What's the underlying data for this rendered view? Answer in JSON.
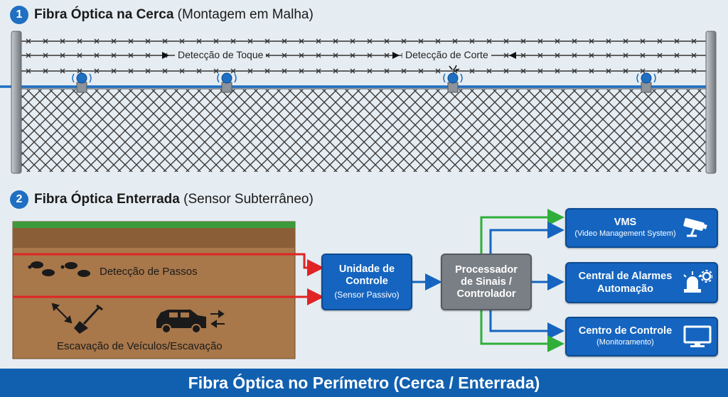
{
  "section1": {
    "number": "1",
    "title_bold": "Fibra Óptica na Cerca",
    "title_rest": " (Montagem em Malha)"
  },
  "fence": {
    "touch_label": "Detecção de Toque",
    "cut_label": "Detecção de Corte",
    "sensor_count": 4,
    "colors": {
      "fiber": "#1f6fc2",
      "post": "#9aa0a6",
      "mesh": "#3a3a3a"
    }
  },
  "section2": {
    "number": "2",
    "title_bold": "Fibra Óptica Enterrada",
    "title_rest": " (Sensor Subterrâneo)"
  },
  "ground": {
    "steps_label": "Detecção de Passos",
    "dig_label": "Escavação de Veículos/Escavação",
    "colors": {
      "grass": "#3d9a3a",
      "soil": "#a8774a",
      "cable": "#e02424"
    }
  },
  "control_unit": {
    "title_line1": "Unidade de",
    "title_line2": "Controle",
    "subtitle": "(Sensor Passivo)"
  },
  "processor": {
    "line1": "Processador",
    "line2": "de Sinais /",
    "line3": "Controlador"
  },
  "outputs": [
    {
      "title": "VMS",
      "subtitle": "(Video Management System)",
      "icon": "cctv-camera-icon"
    },
    {
      "title_line1": "Central de Alarmes",
      "title_line2": "Automação",
      "icon": "alarm-siren-icon"
    },
    {
      "title": "Centro de Controle",
      "subtitle": "(Monitoramento)",
      "icon": "monitor-icon"
    }
  ],
  "footer": {
    "title": "Fibra Óptica no Perímetro (Cerca / Enterrada)"
  },
  "colors": {
    "accent_blue": "#1565c0",
    "arrow_green": "#2fae3a",
    "arrow_blue": "#1565c0",
    "arrow_red": "#e02424",
    "processor_gray": "#7a7f86"
  }
}
